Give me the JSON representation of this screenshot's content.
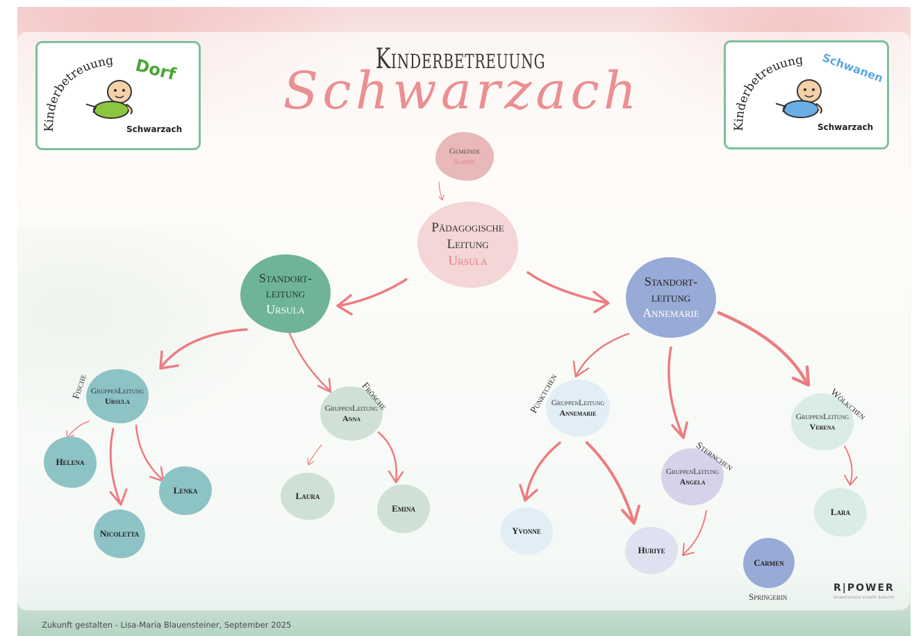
{
  "title": {
    "line1": "Kinderbetreuung",
    "line2": "Schwarzach"
  },
  "logos": {
    "left": {
      "word": "Kinderbetreuung",
      "name": "Dorf",
      "place": "Schwarzach",
      "accent": "#4aa533"
    },
    "right": {
      "word": "Kinderbetreuung",
      "name": "Schwanen",
      "place": "Schwarzach",
      "accent": "#5aa8e0"
    }
  },
  "nodes": {
    "gemeinde": {
      "role": "Gemeinde",
      "name": "Sabine"
    },
    "paed": {
      "role1": "Pädagogische",
      "role2": "Leitung",
      "name": "Ursula"
    },
    "standort_left": {
      "role1": "Standort-",
      "role2": "leitung",
      "name": "Ursula"
    },
    "standort_right": {
      "role1": "Standort-",
      "role2": "leitung",
      "name": "Annemarie"
    },
    "g_fische": {
      "role": "GruppenLeitung",
      "name": "Ursula"
    },
    "g_froesche": {
      "role": "GruppenLeitung",
      "name": "Anna"
    },
    "g_puenktchen": {
      "role": "GruppenLeitung",
      "name": "Annemarie"
    },
    "g_sternchen": {
      "role": "GruppenLeitung",
      "name": "Angela"
    },
    "g_woelkchen": {
      "role": "GruppenLeitung",
      "name": "Verena"
    },
    "helena": "Helena",
    "lenka": "Lenka",
    "nicoletta": "Nicoletta",
    "laura": "Laura",
    "emina": "Emina",
    "yvonne": "Yvonne",
    "huriye": "Huriye",
    "lara": "Lara",
    "carmen": "Carmen"
  },
  "groups": {
    "fische": "Fische",
    "froesche": "Frösche",
    "puenktchen": "Pünktchen",
    "sternchen": "Sternchen",
    "woelkchen": "Wölkchen"
  },
  "springerin": "Springerin",
  "footer": "Zukunft gestalten - Lisa-Maria Blauensteiner, September 2025",
  "brand": {
    "name": "R|POWER",
    "tagline": "Unweltschutz schafft Zukunft"
  },
  "colors": {
    "arrow": "#ec7c80",
    "title_script": "#ea8f92",
    "frame": "#7cbf9e",
    "green": "#6fb497",
    "blue": "#98aad6",
    "teal": "#8ec3c6",
    "pink": "#f1d3d2"
  }
}
